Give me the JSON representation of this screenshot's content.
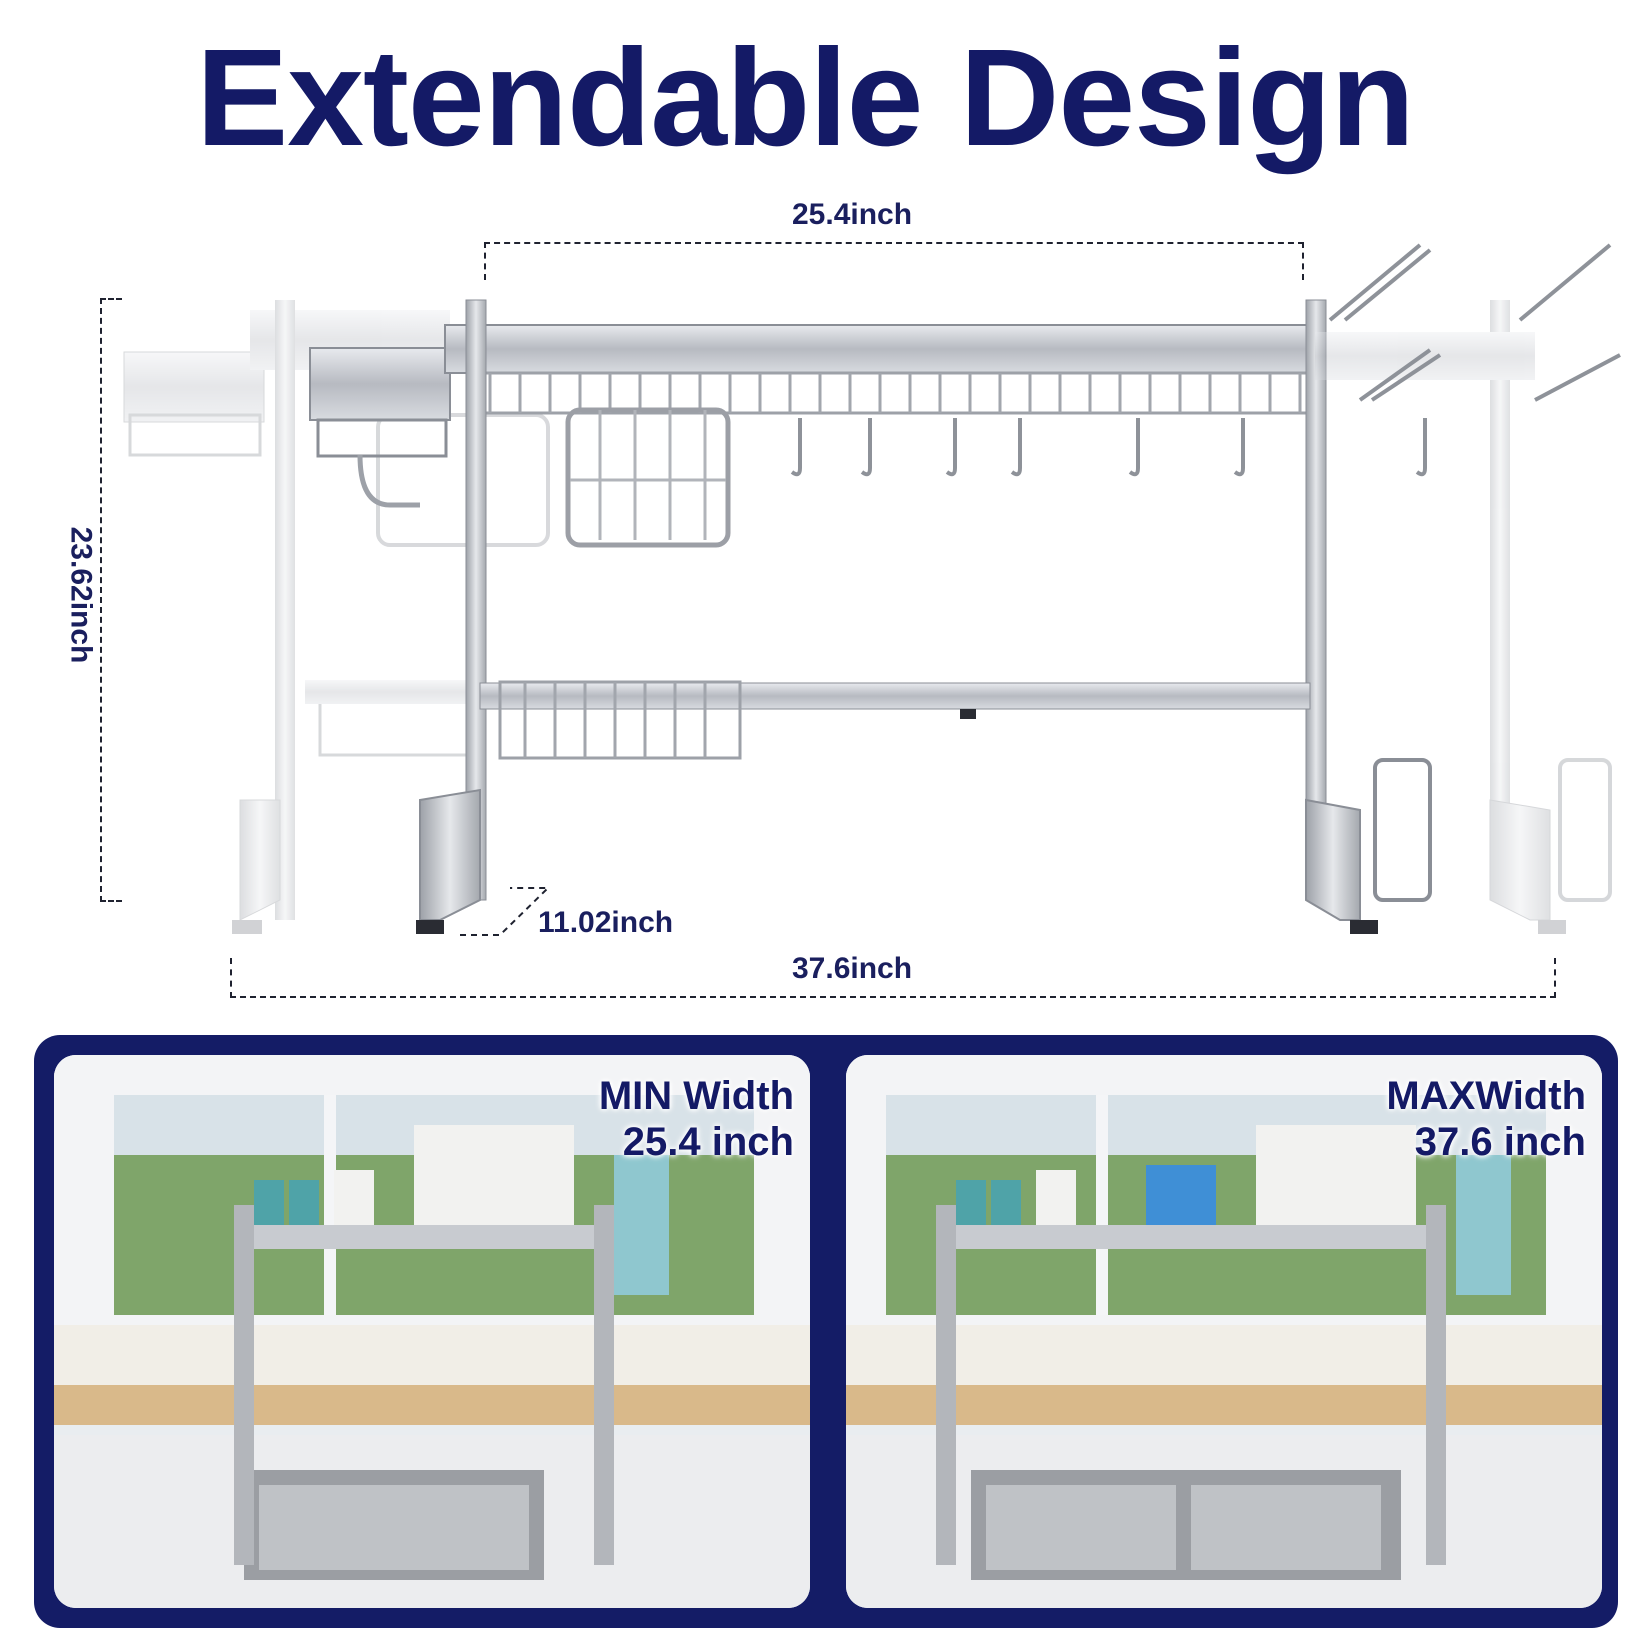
{
  "header": {
    "title": "Extendable Design"
  },
  "dimensions": {
    "top_width": "25.4inch",
    "height": "23.62inch",
    "depth": "11.02inch",
    "bottom_width": "37.6inch"
  },
  "photos": [
    {
      "caption_line1": "MIN Width",
      "caption_line2": "25.4 inch"
    },
    {
      "caption_line1": "MAXWidth",
      "caption_line2": "37.6 inch"
    }
  ],
  "colors": {
    "title": "#141a66",
    "panel_frame": "#141c66",
    "steel": "#b9bcc2"
  }
}
